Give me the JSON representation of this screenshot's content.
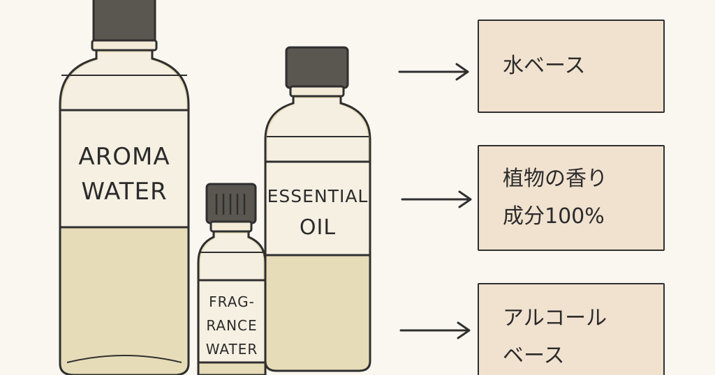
{
  "bottles": {
    "aroma_water": {
      "line1": "AROMA",
      "line2": "WATER"
    },
    "essential_oil": {
      "line1": "ESSENTIAL",
      "line2": "OIL"
    },
    "fragrance_water": {
      "line1": "FRAG-",
      "line2": "RANCE",
      "line3": "WATER"
    }
  },
  "boxes": [
    {
      "lines": [
        "水ベース"
      ]
    },
    {
      "lines": [
        "植物の香り",
        "成分100%"
      ]
    },
    {
      "lines": [
        "アルコール",
        "ベース"
      ]
    }
  ],
  "colors": {
    "background": "#faf7f1",
    "bottle_fill": "#f3ead8",
    "liquid": "#e6dcb8",
    "cap": "#5a5650",
    "outline": "#2f2f2f",
    "box_fill": "#f1e2d0"
  }
}
